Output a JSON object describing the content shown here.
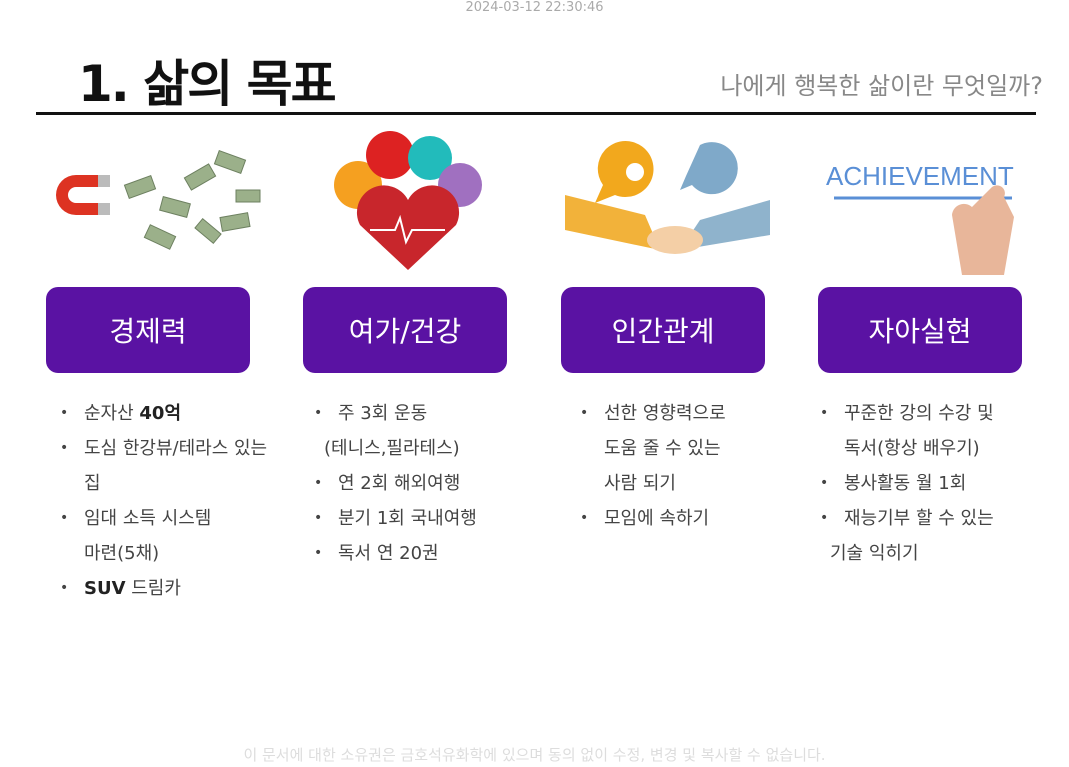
{
  "timestamp": "2024-03-12 22:30:46",
  "title": "1. 삶의 목표",
  "subtitle": "나에게 행복한 삶이란 무엇일까?",
  "achievement_text": "ACHIEVEMENT",
  "categories": [
    {
      "label": "경제력",
      "items": [
        [
          "순자산 ",
          "40억"
        ],
        [
          "도심 한강뷰/테라스 있는"
        ],
        [
          "집"
        ],
        [
          "임대 소득 시스템"
        ],
        [
          "마련(5채)"
        ],
        [
          "",
          "SUV",
          " 드림카"
        ]
      ]
    },
    {
      "label": "여가/건강",
      "items": [
        [
          "주 3회 운동"
        ],
        [
          "(테니스,필라테스)"
        ],
        [
          "연 2회 해외여행"
        ],
        [
          "분기 1회 국내여행"
        ],
        [
          "독서 연 20권"
        ]
      ]
    },
    {
      "label": "인간관계",
      "items": [
        [
          "선한 영향력으로"
        ],
        [
          "도움 줄 수 있는"
        ],
        [
          "사람 되기"
        ],
        [
          "모임에 속하기"
        ]
      ]
    },
    {
      "label": "자아실현",
      "items": [
        [
          "꾸준한 강의 수강 및"
        ],
        [
          "독서(항상 배우기)"
        ],
        [
          "봉사활동 월 1회"
        ],
        [
          "재능기부 할 수 있는"
        ],
        [
          "기술 익히기"
        ]
      ]
    }
  ],
  "footer": "이 문서에 대한 소유권은 금호석유화학에 있으며 동의 없이 수정, 변경 및 복사할 수 없습니다."
}
